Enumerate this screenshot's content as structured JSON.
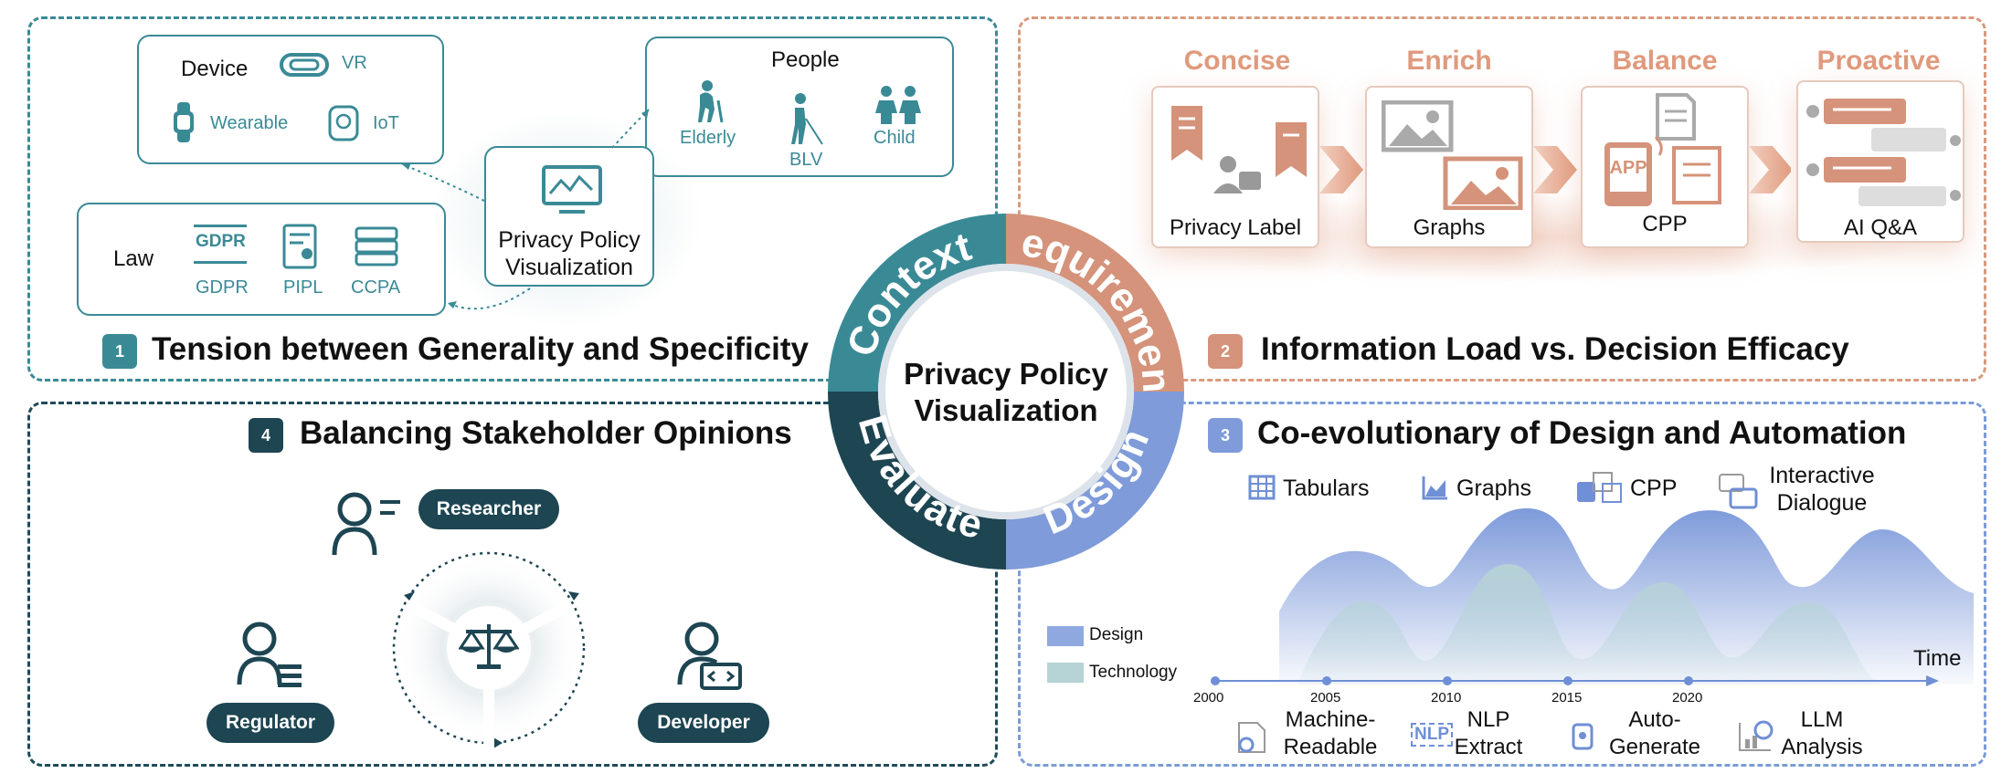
{
  "center": {
    "title_line1": "Privacy Policy",
    "title_line2": "Visualization",
    "ring": {
      "context": "Context",
      "requirement": "Requirement",
      "design": "Design",
      "evaluate": "Evaluate"
    },
    "colors": {
      "context": "#3a8a96",
      "requirement": "#d4937a",
      "design": "#7f9bd9",
      "evaluate": "#1d4552"
    }
  },
  "q1": {
    "badge": "1",
    "title": "Tension between Generality and Specificity",
    "device": {
      "title": "Device",
      "vr": "VR",
      "wearable": "Wearable",
      "iot": "IoT"
    },
    "people": {
      "title": "People",
      "elderly": "Elderly",
      "blv": "BLV",
      "child": "Child"
    },
    "law": {
      "title": "Law",
      "gdpr": "GDPR",
      "gdpr_icon_text": "GDPR",
      "pipl": "PIPL",
      "ccpa": "CCPA"
    },
    "ppv": {
      "line1": "Privacy Policy",
      "line2": "Visualization"
    }
  },
  "q2": {
    "badge": "2",
    "title": "Information Load vs. Decision Efficacy",
    "stages": [
      {
        "title": "Concise",
        "label": "Privacy Label"
      },
      {
        "title": "Enrich",
        "label": "Graphs"
      },
      {
        "title": "Balance",
        "label": "CPP",
        "icon_text": "APP"
      },
      {
        "title": "Proactive",
        "label": "AI Q&A"
      }
    ]
  },
  "q3": {
    "badge": "3",
    "title": "Co-evolutionary of Design and Automation",
    "design_types": [
      "Tabulars",
      "Graphs",
      "CPP",
      "Interactive",
      "Dialogue"
    ],
    "tech_types": [
      "Machine-",
      "Readable",
      "NLP",
      "Extract",
      "Auto-",
      "Generate",
      "LLM",
      "Analysis"
    ],
    "nlp_icon_text": "NLP",
    "legend": {
      "design": "Design",
      "technology": "Technology"
    },
    "axis": {
      "label": "Time",
      "ticks": [
        "2000",
        "2005",
        "2010",
        "2015",
        "2020"
      ]
    }
  },
  "q4": {
    "badge": "4",
    "title": "Balancing Stakeholder Opinions",
    "roles": {
      "researcher": "Researcher",
      "regulator": "Regulator",
      "developer": "Developer"
    }
  }
}
